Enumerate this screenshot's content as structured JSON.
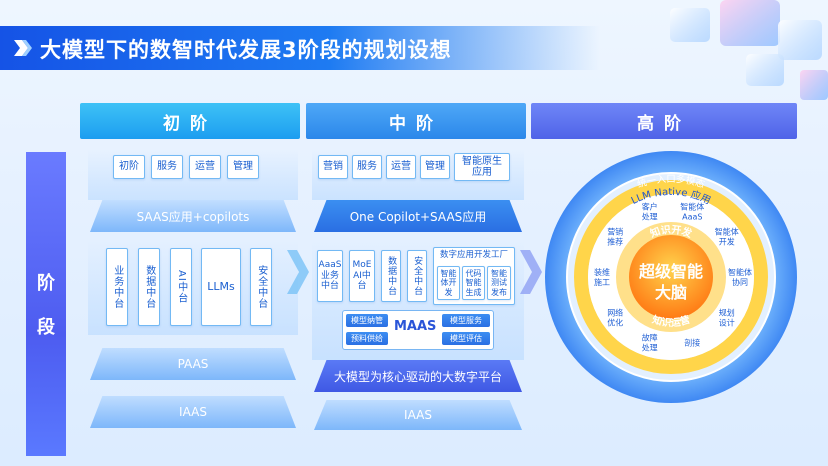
{
  "title": "大模型下的数智时代发展3阶段的规划设想",
  "stages": [
    "初阶",
    "中阶",
    "高阶"
  ],
  "side_label": [
    "阶",
    "段"
  ],
  "stage1": {
    "top_chips": [
      "初阶",
      "服务",
      "运营",
      "管理"
    ],
    "saas": "SAAS应用+copilots",
    "modules": [
      "业务中台",
      "数据中台",
      "AI中台",
      "LLMs",
      "安全中台"
    ],
    "paas": "PAAS",
    "iaas": "IAAS"
  },
  "stage2": {
    "top_chips": [
      "营销",
      "服务",
      "运营",
      "管理",
      "智能原生应用"
    ],
    "saas": "One Copilot+SAAS应用",
    "modules": [
      "AaaS业务中台",
      "MoE AI中台",
      "数据中台",
      "安全中台"
    ],
    "factory_title": "数字应用开发工厂",
    "factory_items": [
      "智能体开发",
      "代码智能生成",
      "智能测试发布"
    ],
    "maas": {
      "label": "MAAS",
      "tags": [
        "模型纳管",
        "模型服务",
        "预料供给",
        "模型评估"
      ]
    },
    "platform": "大模型为核心驱动的大数字平台",
    "iaas": "IAAS"
  },
  "stage3": {
    "outer_text": "统一入口多模态",
    "ring_text": "LLM Native 应用",
    "items": [
      "智能体AaaS",
      "智能体开发",
      "智能体协同",
      "规划设计",
      "剖接",
      "故障处理",
      "网络优化",
      "装维施工",
      "营销推荐",
      "客户处理"
    ],
    "inner_top": "知识开发",
    "inner_bottom": "知识运营",
    "core_line1": "超级智能",
    "core_line2": "大脑"
  },
  "colors": {
    "title_blue": "#1553e6",
    "stage1": "#2bb0f4",
    "stage2": "#3b97ef",
    "stage3": "#5a6ff0",
    "brain_orange": "#ff8a1e",
    "ring_yellow": "#ffd54a"
  }
}
